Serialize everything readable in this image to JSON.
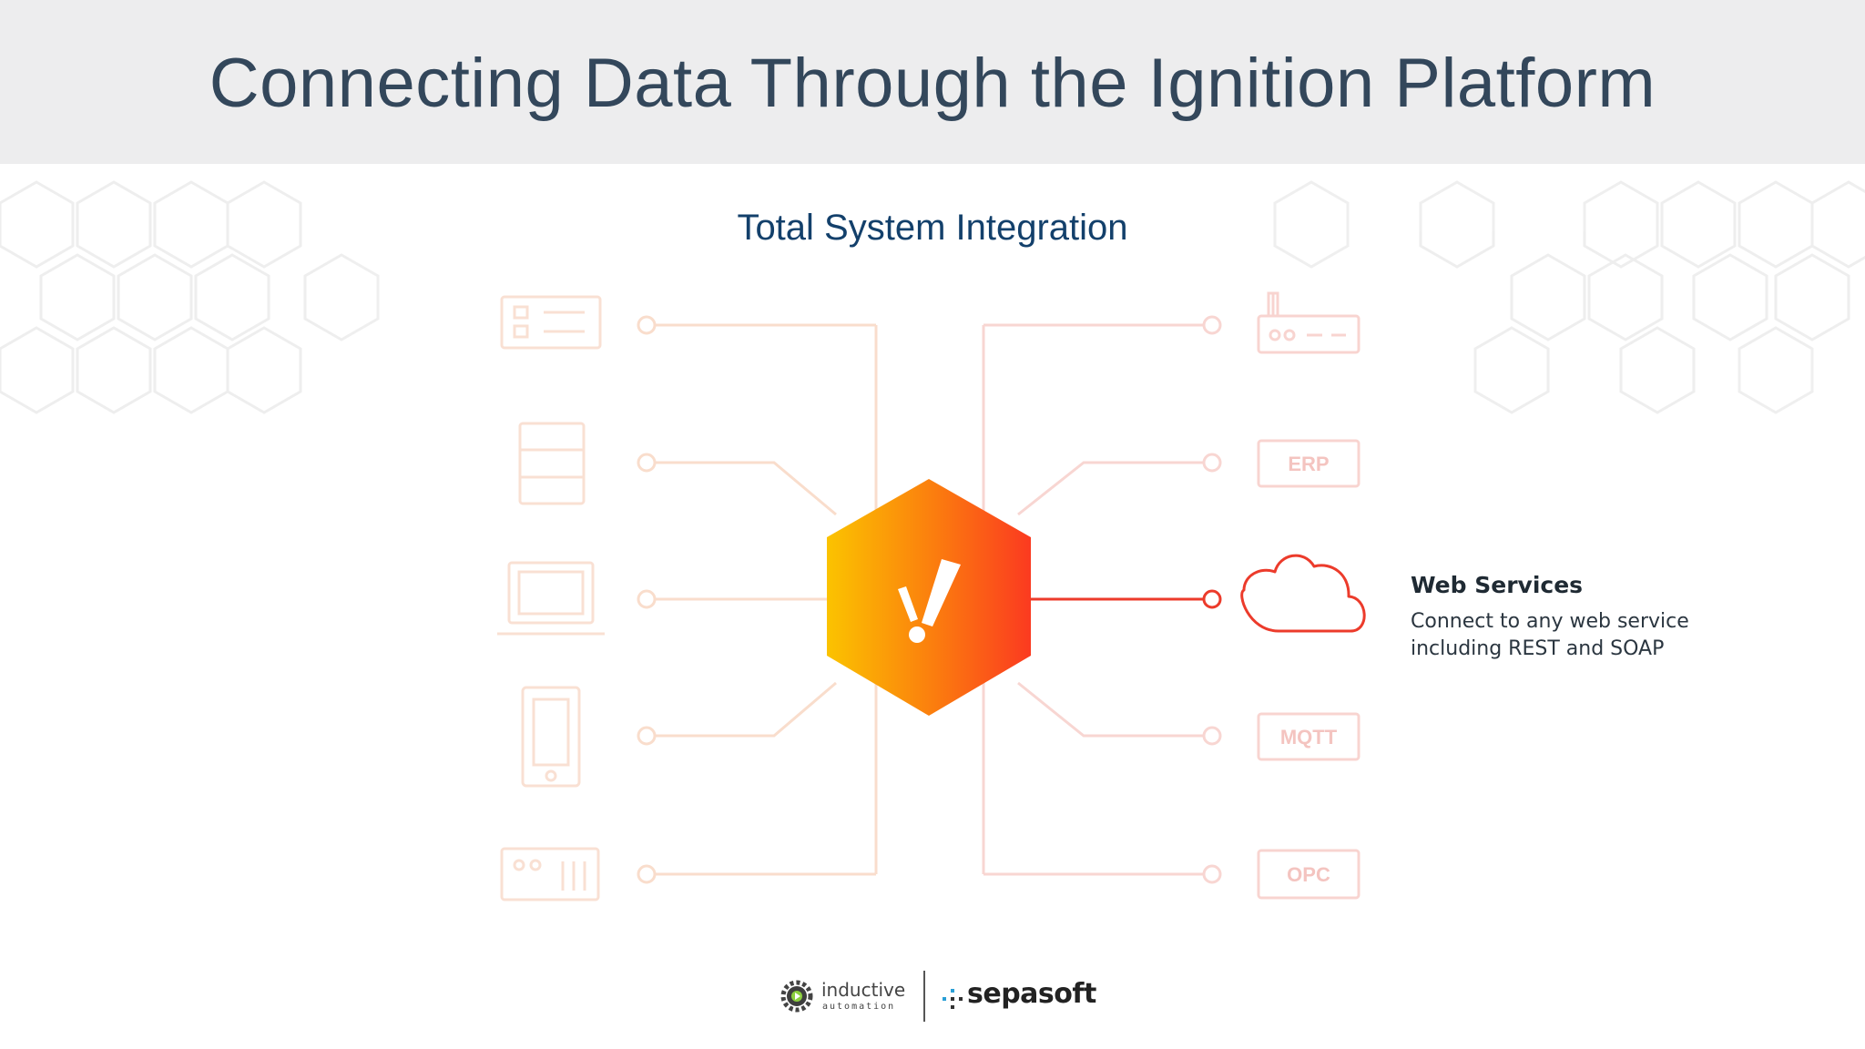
{
  "header": {
    "title": "Connecting Data Through the Ignition Platform"
  },
  "diagram": {
    "subtitle": "Total System Integration",
    "right_labels": {
      "erp": "ERP",
      "mqtt": "MQTT",
      "opc": "OPC"
    },
    "callout": {
      "title": "Web Services",
      "line1": "Connect to any web service",
      "line2": "including REST and SOAP"
    }
  },
  "footer": {
    "inductive": "inductive",
    "automation": "automation",
    "sepasoft": "sepasoft"
  },
  "colors": {
    "header_bg": "#ededee",
    "title_text": "#33475b",
    "subtitle_text": "#13406b",
    "accent_red": "#ec3b2b",
    "hex_gradient_start": "#fbc300",
    "hex_gradient_end": "#fb3a20"
  }
}
